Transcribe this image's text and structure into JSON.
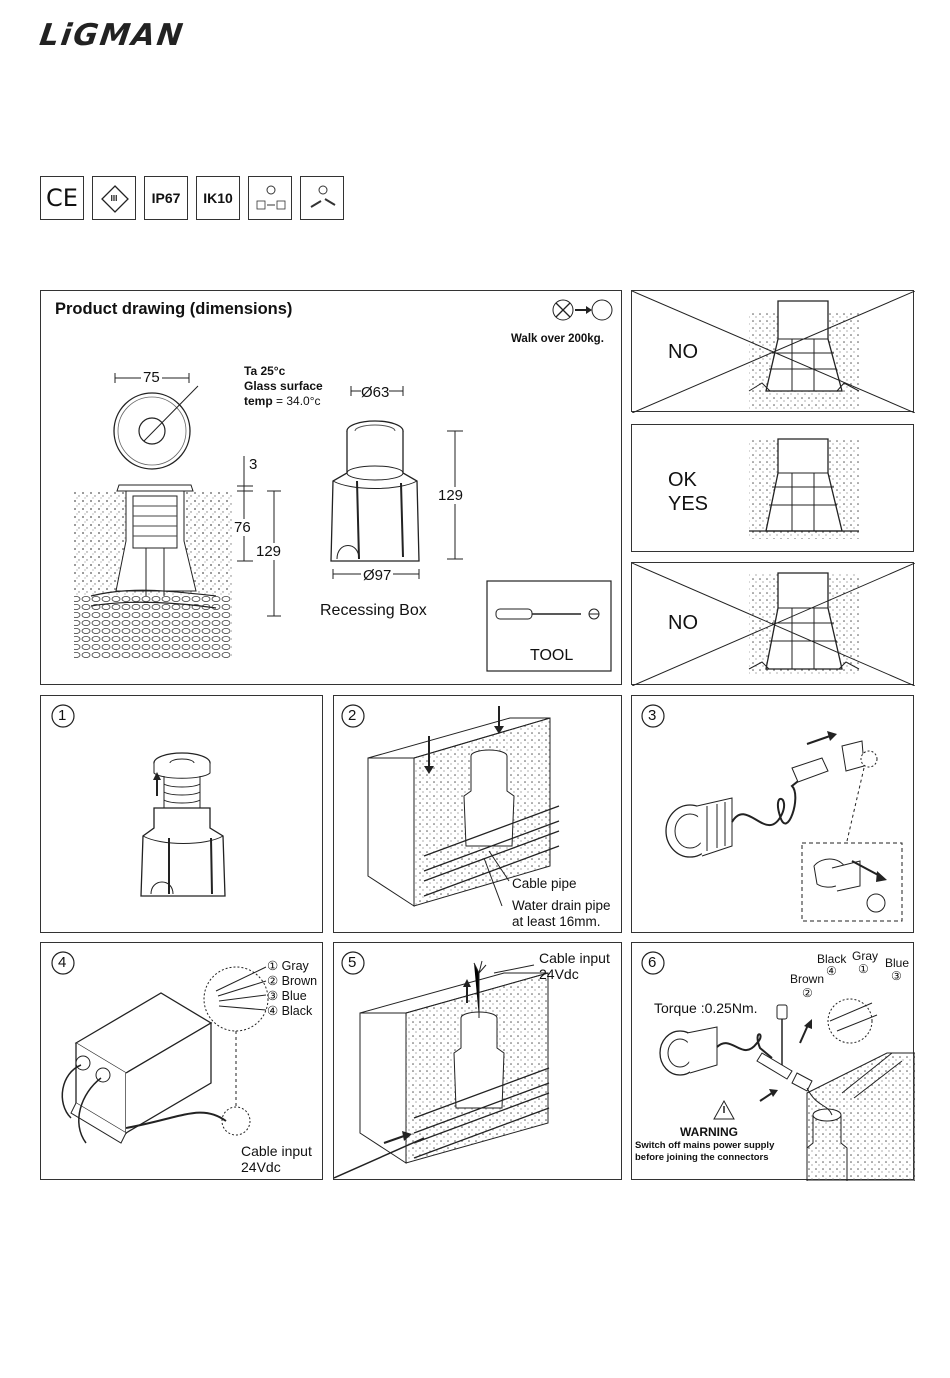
{
  "brand": "LiGMAN",
  "certifications": {
    "ce": "CE",
    "class3": "III",
    "ip": "IP67",
    "ik": "IK10"
  },
  "dimensions_panel": {
    "title": "Product drawing (dimensions)",
    "walk_over": "Walk over 200kg.",
    "ta": "Ta 25°c",
    "glass_surface": "Glass surface",
    "temp_label": "temp",
    "temp_value": " = 34.0°c",
    "dim_75": "75",
    "dim_3": "3",
    "dim_76": "76",
    "dim_129_left": "129",
    "dim_63": "Ø63",
    "dim_129_right": "129",
    "dim_97": "Ø97",
    "recessing_box": "Recessing Box",
    "tool": "TOOL"
  },
  "install_checks": {
    "top": "NO",
    "middle_ok": "OK",
    "middle_yes": "YES",
    "bottom": "NO"
  },
  "steps": {
    "s1": "1",
    "s2": "2",
    "s3": "3",
    "s4": "4",
    "s5": "5",
    "s6": "6"
  },
  "step2": {
    "cable_pipe": "Cable pipe",
    "drain_line1": "Water drain pipe",
    "drain_line2": "at least 16mm."
  },
  "step4": {
    "w1": "① Gray",
    "w2": "② Brown",
    "w3": "③ Blue",
    "w4": "④ Black",
    "cable1": "Cable input",
    "cable2": "24Vdc"
  },
  "step5": {
    "cable1": "Cable input",
    "cable2": "24Vdc"
  },
  "step6": {
    "black": "Black",
    "gray": "Gray",
    "blue": "Blue",
    "brown": "Brown",
    "n4": "④",
    "n1": "①",
    "n3": "③",
    "n2": "②",
    "torque": "Torque :0.25Nm.",
    "warning": "WARNING",
    "warn1": "Switch off mains power supply",
    "warn2": "before joining the connectors"
  }
}
